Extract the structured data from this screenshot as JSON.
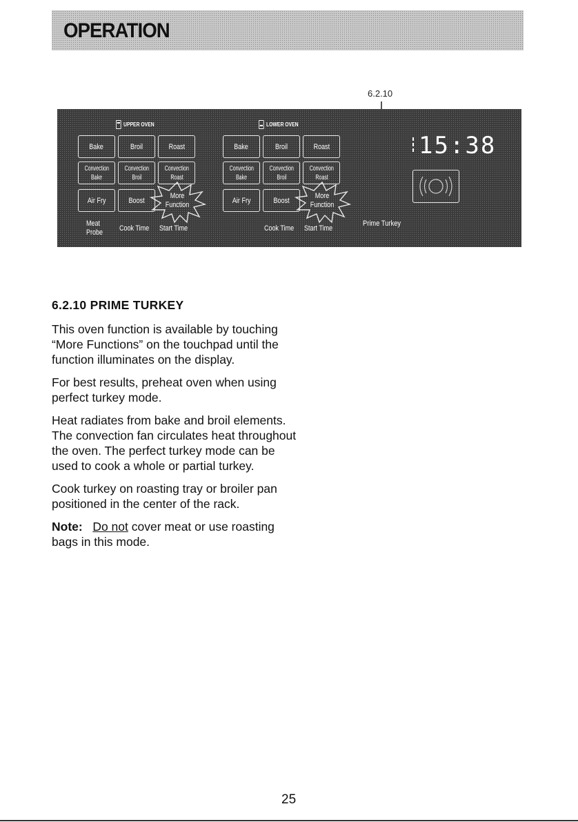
{
  "header": {
    "title": "OPERATION"
  },
  "figure": {
    "callout": "6.2.10",
    "upper_oven_label": "UPPER OVEN",
    "lower_oven_label": "LOWER OVEN",
    "buttons": {
      "bake": "Bake",
      "broil": "Broil",
      "roast": "Roast",
      "convection": "Convection",
      "air_fry": "Air Fry",
      "boost": "Boost",
      "more": "More",
      "function": "Function"
    },
    "labels": {
      "meat": "Meat",
      "probe": "Probe",
      "cook_time": "Cook Time",
      "start_time": "Start Time",
      "prime_turkey": "Prime Turkey"
    },
    "clock": "15:38",
    "icons": [
      "upper-oven-icon",
      "lower-oven-icon",
      "fan-icon"
    ]
  },
  "section": {
    "heading": "6.2.10   PRIME TURKEY",
    "p1": "This oven function is available by touching “More Functions” on the touchpad until the function illuminates on the display.",
    "p2": "For best results, preheat oven when using perfect turkey mode.",
    "p3": "Heat radiates from bake and broil elements. The convection fan circulates heat throughout the oven. The perfect turkey mode can be used to cook a whole or partial turkey.",
    "p4": "Cook turkey on roasting tray or broiler pan positioned in the center of the rack.",
    "note_label": "Note:",
    "note_underlined": "Do not",
    "note_rest": " cover meat or use roasting bags in this mode."
  },
  "footer": {
    "page_number": "25"
  }
}
